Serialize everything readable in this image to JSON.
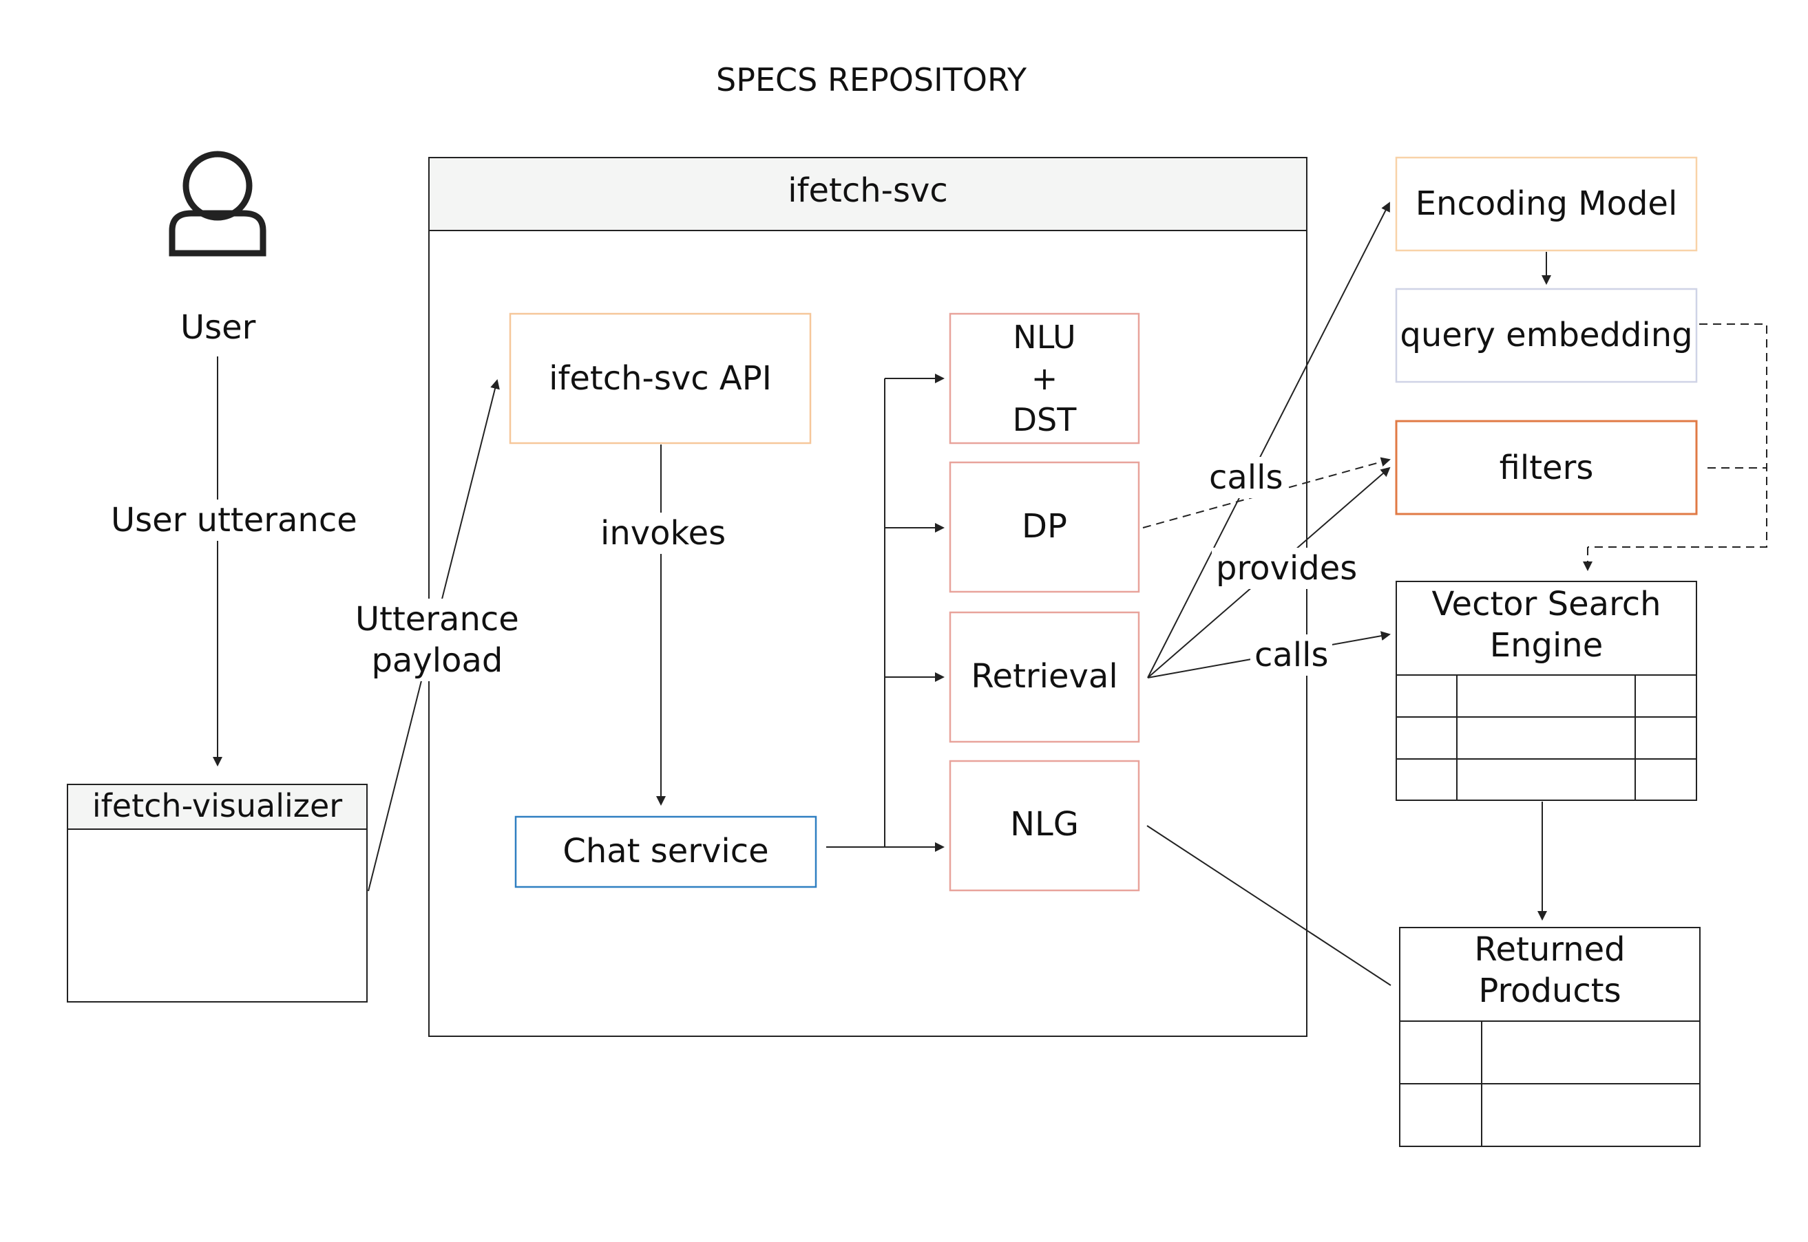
{
  "title": "SPECS REPOSITORY",
  "user": {
    "icon": "user-icon",
    "label": "User"
  },
  "edges": {
    "user_utterance": "User utterance",
    "utterance_payload_1": "Utterance",
    "utterance_payload_2": "payload",
    "invokes": "invokes",
    "calls_encoding": "calls",
    "provides": "provides",
    "calls_vector": "calls"
  },
  "nodes": {
    "visualizer": "ifetch-visualizer",
    "service": "ifetch-svc",
    "api": "ifetch-svc API",
    "chat": "Chat service",
    "nlu_1": "NLU",
    "nlu_2": "+",
    "nlu_3": "DST",
    "dp": "DP",
    "retrieval": "Retrieval",
    "nlg": "NLG",
    "encoding": "Encoding Model",
    "query_embedding": "query embedding",
    "filters": "filters",
    "vector_1": "Vector Search",
    "vector_2": "Engine",
    "returned_1": "Returned",
    "returned_2": "Products"
  },
  "colors": {
    "line": "#222222",
    "api_border": "#f6c79a",
    "module_border": "#e8a39b",
    "chat_border": "#2f7fc1",
    "encoding_border": "#f8d2a8",
    "query_border": "#cfd3e6",
    "filters_border": "#e07a45",
    "header_fill": "#f4f5f4"
  }
}
